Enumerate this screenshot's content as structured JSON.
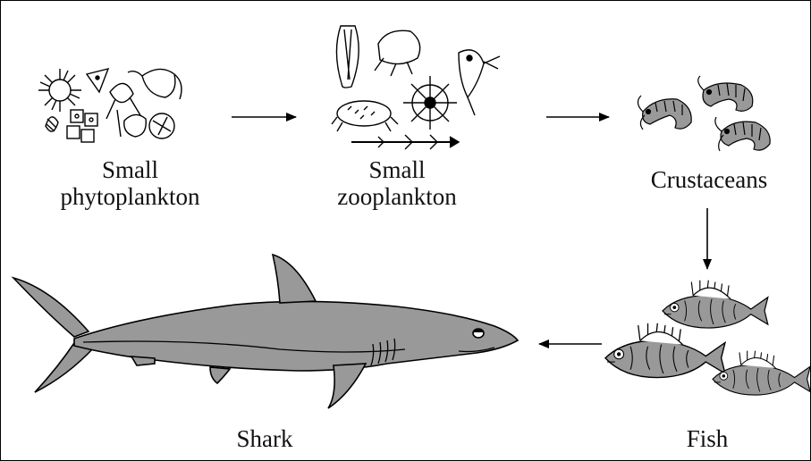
{
  "title": "",
  "nodes": {
    "phytoplankton": {
      "line1": "Small",
      "line2": "phytoplankton"
    },
    "zooplankton": {
      "line1": "Small",
      "line2": "zooplankton"
    },
    "crustaceans": {
      "label": "Crustaceans"
    },
    "fish": {
      "label": "Fish"
    },
    "shark": {
      "label": "Shark"
    }
  },
  "edges": [
    {
      "from": "Small phytoplankton",
      "to": "Small zooplankton"
    },
    {
      "from": "Small zooplankton",
      "to": "Crustaceans"
    },
    {
      "from": "Crustaceans",
      "to": "Fish"
    },
    {
      "from": "Fish",
      "to": "Shark"
    }
  ],
  "colors": {
    "organism_fill": "#999999",
    "line": "#000000"
  }
}
